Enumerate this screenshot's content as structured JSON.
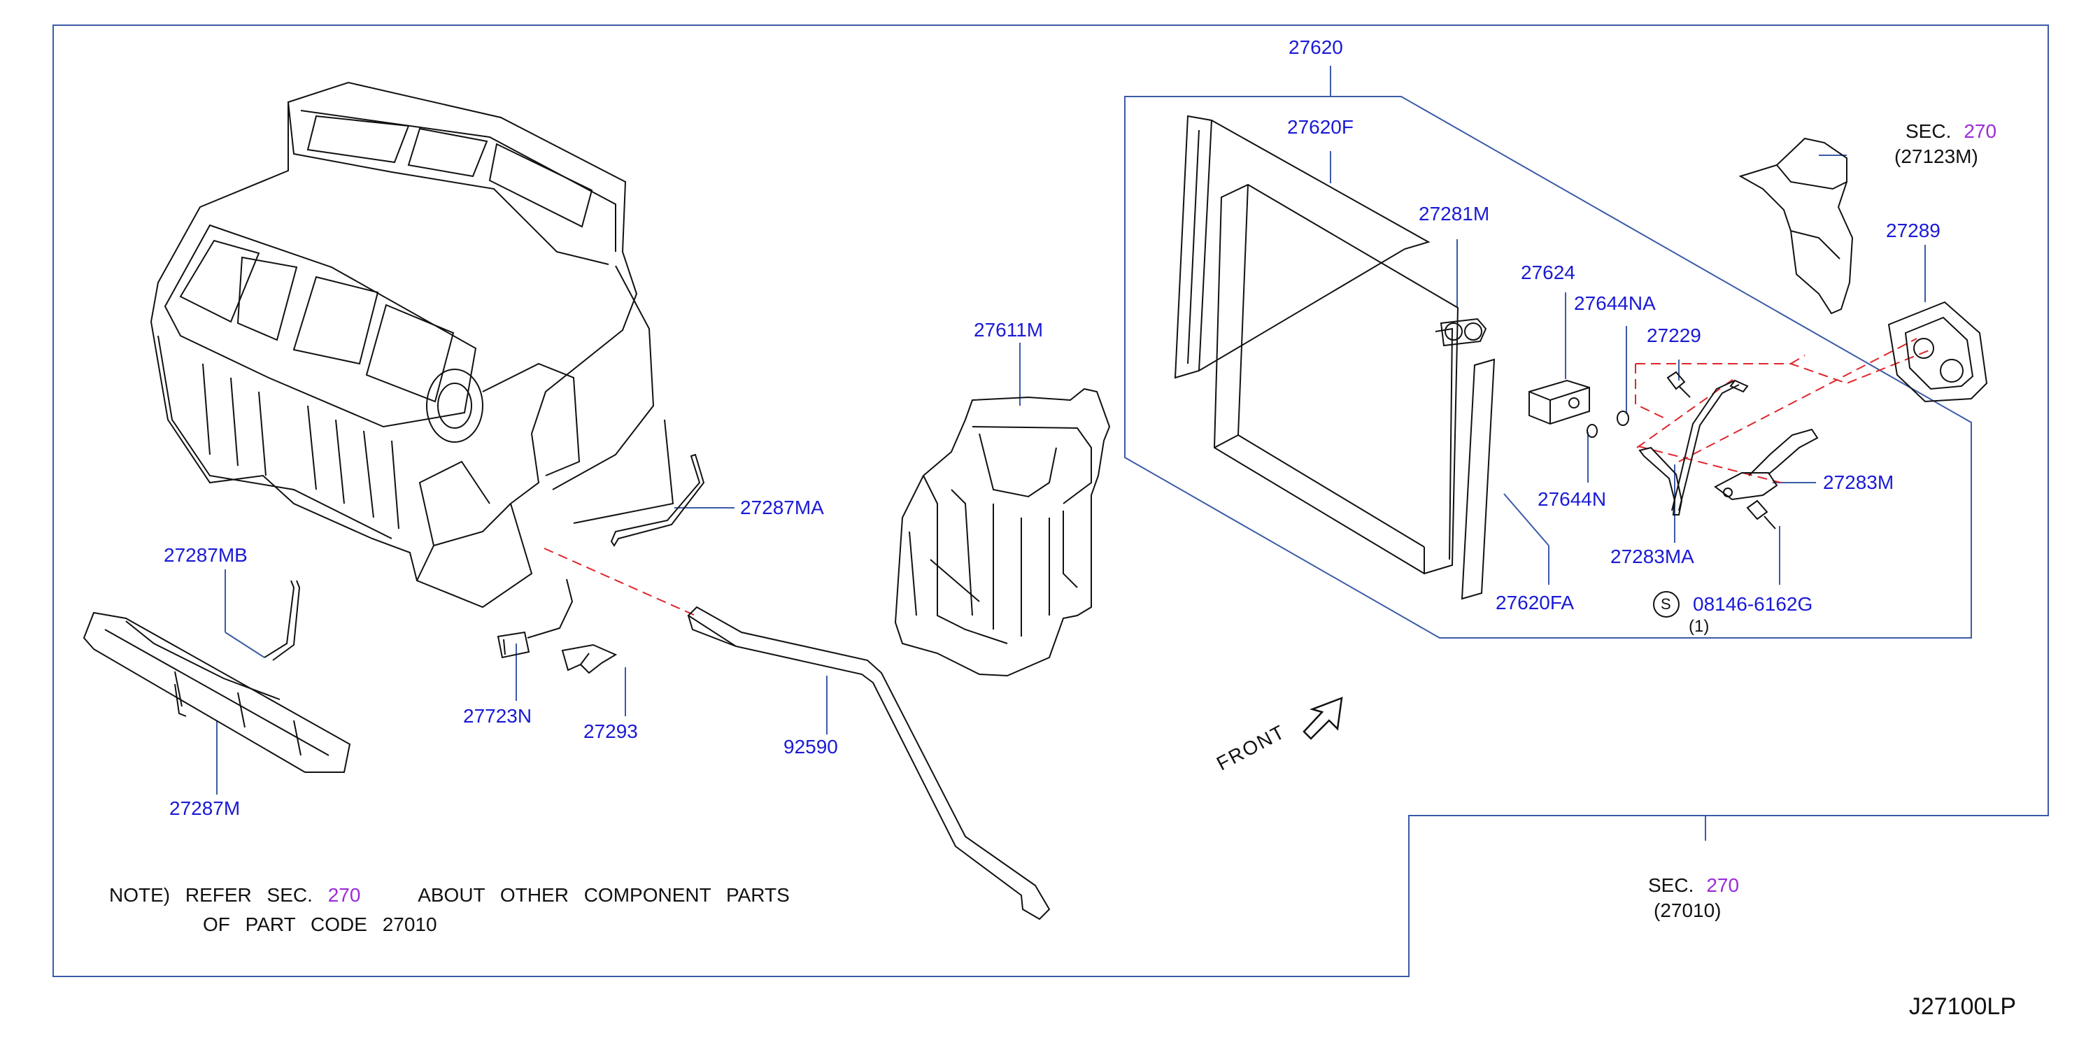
{
  "diagram_code": "J27100LP",
  "front_label": "FRONT",
  "note": {
    "line1_prefix": "NOTE)  REFER  SEC.",
    "sec_number": "270",
    "line1_suffix": "ABOUT  OTHER  COMPONENT  PARTS",
    "line2": "OF  PART  CODE  27010"
  },
  "section_refs": [
    {
      "prefix": "SEC.",
      "number": "270",
      "sub": "(27123M)"
    },
    {
      "prefix": "SEC.",
      "number": "270",
      "sub": "(27010)"
    }
  ],
  "standard_part": {
    "symbol": "S",
    "number": "08146-6162G",
    "qty": "(1)"
  },
  "part_labels": {
    "p27620": "27620",
    "p27620F": "27620F",
    "p27281M": "27281M",
    "p27624": "27624",
    "p27644NA": "27644NA",
    "p27229": "27229",
    "p27289": "27289",
    "p27283M": "27283M",
    "p27644N": "27644N",
    "p27283MA": "27283MA",
    "p27620FA": "27620FA",
    "p27611M": "27611M",
    "p27287MA": "27287MA",
    "p27287MB": "27287MB",
    "p27723N": "27723N",
    "p27293": "27293",
    "p92590": "92590",
    "p27287M": "27287M"
  },
  "colors": {
    "part_label": "#1a1ad6",
    "section_number": "#9b2bd8",
    "frame_line": "#3b5ba8",
    "hidden_line": "#e0262b",
    "outline": "#111111"
  }
}
